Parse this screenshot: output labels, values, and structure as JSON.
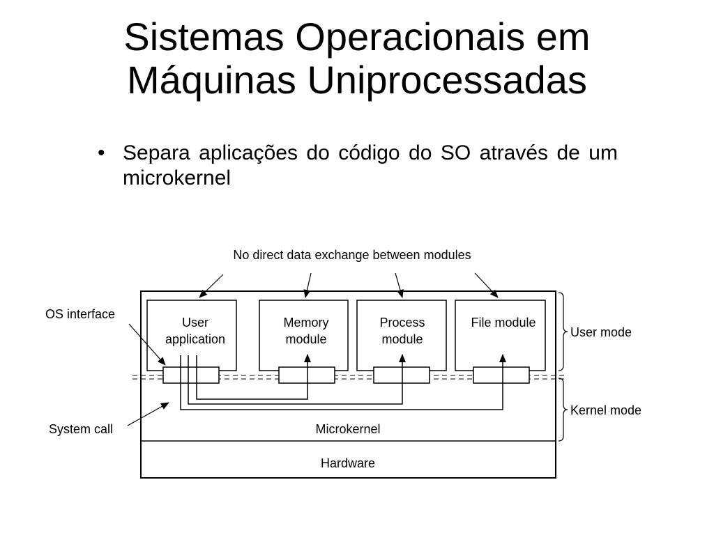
{
  "slide": {
    "title_line1": "Sistemas Operacionais em",
    "title_line2": "Máquinas Uniprocessadas",
    "bullets": [
      {
        "marker": "•",
        "text": "Separa aplicações do código do SO através de um microkernel"
      }
    ]
  },
  "diagram": {
    "top_caption": "No direct data exchange between modules",
    "os_interface_label": "OS interface",
    "system_call_label": "System call",
    "user_mode_label": "User mode",
    "kernel_mode_label": "Kernel mode",
    "modules": [
      {
        "line1": "User",
        "line2": "application"
      },
      {
        "line1": "Memory",
        "line2": "module"
      },
      {
        "line1": "Process",
        "line2": "module"
      },
      {
        "line1": "File module",
        "line2": ""
      }
    ],
    "microkernel_label": "Microkernel",
    "hardware_label": "Hardware"
  }
}
